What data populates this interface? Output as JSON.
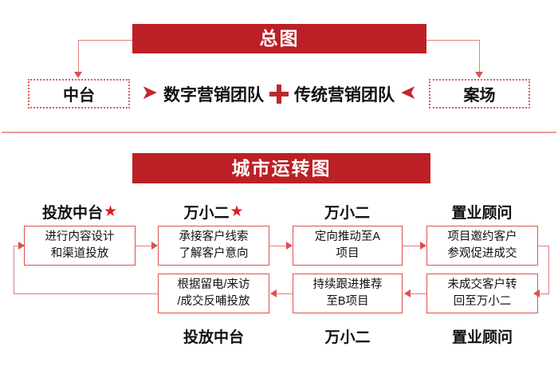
{
  "top_section": {
    "banner_title": "总图",
    "left_box": "中台",
    "right_box": "案场",
    "middle": {
      "arrow_right_icon": "fat-arrow-right",
      "team_digital": "数字营销团队",
      "plus_icon": "red-plus",
      "team_traditional": "传统营销团队",
      "arrow_left_icon": "fat-arrow-left"
    }
  },
  "bottom_section": {
    "banner_title": "城市运转图",
    "column_headers": [
      {
        "label": "投放中台",
        "star": "★",
        "has_star": true
      },
      {
        "label": "万小二",
        "star": "★",
        "has_star": true
      },
      {
        "label": "万小二",
        "star": "",
        "has_star": false
      },
      {
        "label": "置业顾问",
        "star": "",
        "has_star": false
      }
    ],
    "top_row_boxes": [
      {
        "line1": "进行内容设计",
        "line2": "和渠道投放"
      },
      {
        "line1": "承接客户线索",
        "line2": "了解客户意向"
      },
      {
        "line1": "定向推动至A",
        "line2": "项目"
      },
      {
        "line1": "项目邀约客户",
        "line2": "参观促进成交"
      }
    ],
    "bottom_row_boxes": [
      {
        "line1": "根据留电/来访",
        "line2": "/成交反哺投放"
      },
      {
        "line1": "持续跟进推荐",
        "line2": "至B项目"
      },
      {
        "line1": "未成交客户转",
        "line2": "回至万小二"
      }
    ],
    "bottom_labels": [
      "投放中台",
      "万小二",
      "置业顾问"
    ]
  },
  "colors": {
    "banner_red": "#bc2026",
    "line_pink": "#e08080",
    "arrow_red": "#d9534f",
    "box_border": "#e05050",
    "star_red": "#e01b22",
    "divider": "#ef9a9a"
  }
}
